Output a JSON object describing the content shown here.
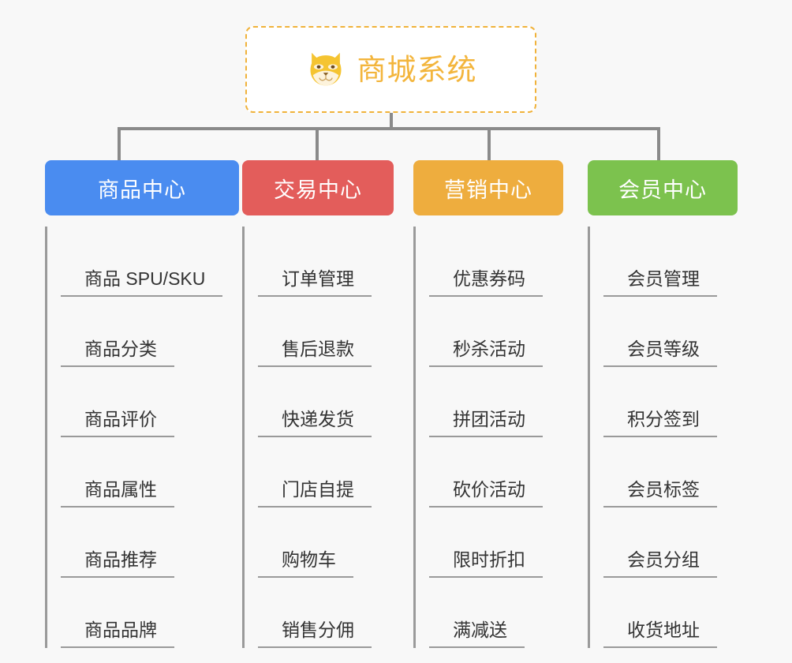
{
  "page": {
    "background_color": "#f8f8f8",
    "type": "mindmap"
  },
  "root": {
    "title": "商城系统",
    "icon": "shiba-dog-face-icon",
    "text_color": "#f3b53c",
    "border_color": "#f0b23a",
    "background_color": "#ffffff"
  },
  "branches": [
    {
      "label": "商品中心",
      "color": "#4a8cf0",
      "items": [
        "商品 SPU/SKU",
        "商品分类",
        "商品评价",
        "商品属性",
        "商品推荐",
        "商品品牌"
      ]
    },
    {
      "label": "交易中心",
      "color": "#e35d5b",
      "items": [
        "订单管理",
        "售后退款",
        "快递发货",
        "门店自提",
        "购物车",
        "销售分佣"
      ]
    },
    {
      "label": "营销中心",
      "color": "#eead3e",
      "items": [
        "优惠券码",
        "秒杀活动",
        "拼团活动",
        "砍价活动",
        "限时折扣",
        "满减送"
      ]
    },
    {
      "label": "会员中心",
      "color": "#7cc24e",
      "items": [
        "会员管理",
        "会员等级",
        "积分签到",
        "会员标签",
        "会员分组",
        "收货地址"
      ]
    }
  ]
}
